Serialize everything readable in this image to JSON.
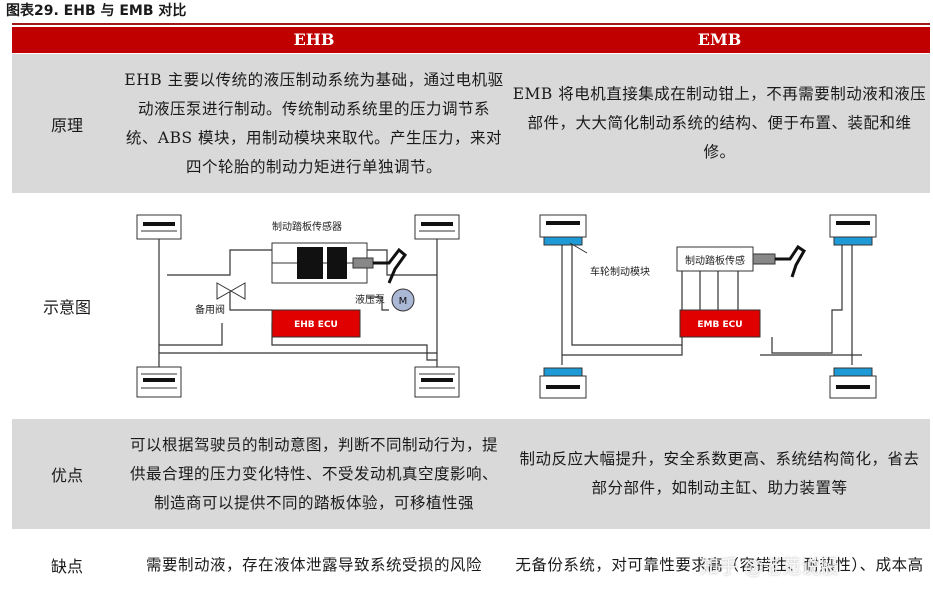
{
  "title": "图表29. EHB 与 EMB 对比",
  "header": {
    "col_ehb": "EHB",
    "col_emb": "EMB"
  },
  "rows": {
    "principle": {
      "label": "原理",
      "ehb": "EHB 主要以传统的液压制动系统为基础，通过电机驱动液压泵进行制动。传统制动系统里的压力调节系统、ABS 模块，用制动模块来取代。产生压力，来对四个轮胎的制动力矩进行单独调节。",
      "emb": "EMB 将电机直接集成在制动钳上，不再需要制动液和液压部件，大大简化制动系统的结构、便于布置、装配和维修。"
    },
    "diagram": {
      "label": "示意图",
      "ehb": {
        "pedal_sensor": "制动踏板传感器",
        "backup_valve": "备用阀",
        "hydraulic_pump": "液压泵",
        "ecu": "EHB ECU",
        "motor_symbol": "M"
      },
      "emb": {
        "wheel_module": "车轮制动模块",
        "pedal_sensor": "制动踏板传感",
        "ecu": "EMB ECU"
      }
    },
    "advantage": {
      "label": "优点",
      "ehb": "可以根据驾驶员的制动意图，判断不同制动行为，提供最合理的压力变化特性、不受发动机真空度影响、制造商可以提供不同的踏板体验，可移植性强",
      "emb": "制动反应大幅提升，安全系数更高、系统结构简化，省去部分部件，如制动主缸、助力装置等"
    },
    "disadvantage": {
      "label": "缺点",
      "ehb": "需要制动液，存在液体泄露导致系统受损的风险",
      "emb": "无备份系统，对可靠性要求高（容错性、耐热性）、成本高"
    }
  },
  "watermark": "知乎 @老范说股",
  "colors": {
    "header_bg": "#c00000",
    "row_gray": "#d9d9d9",
    "ecu_red": "#e00000",
    "emb_module_blue": "#1e9bd7"
  }
}
